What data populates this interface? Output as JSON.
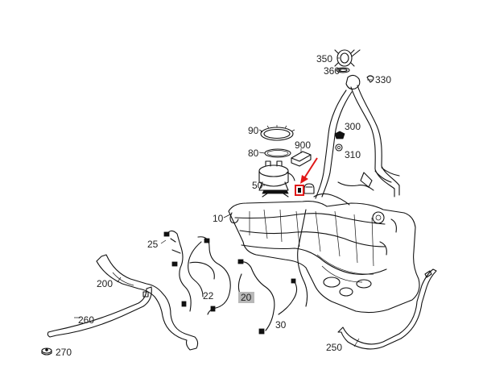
{
  "labels": {
    "p350": "350",
    "p360": "360",
    "p330": "330",
    "p300": "300",
    "p310": "310",
    "p90": "90",
    "p80": "80",
    "p900": "900",
    "p50": "50",
    "p10": "10",
    "p25": "25",
    "p200": "200",
    "p22": "22",
    "p20": "20",
    "p30": "30",
    "p260": "260",
    "p270": "270",
    "p250": "250"
  },
  "colors": {
    "line": "#111111",
    "highlight": "#e01818",
    "label_bg": "#b8b8b8"
  }
}
